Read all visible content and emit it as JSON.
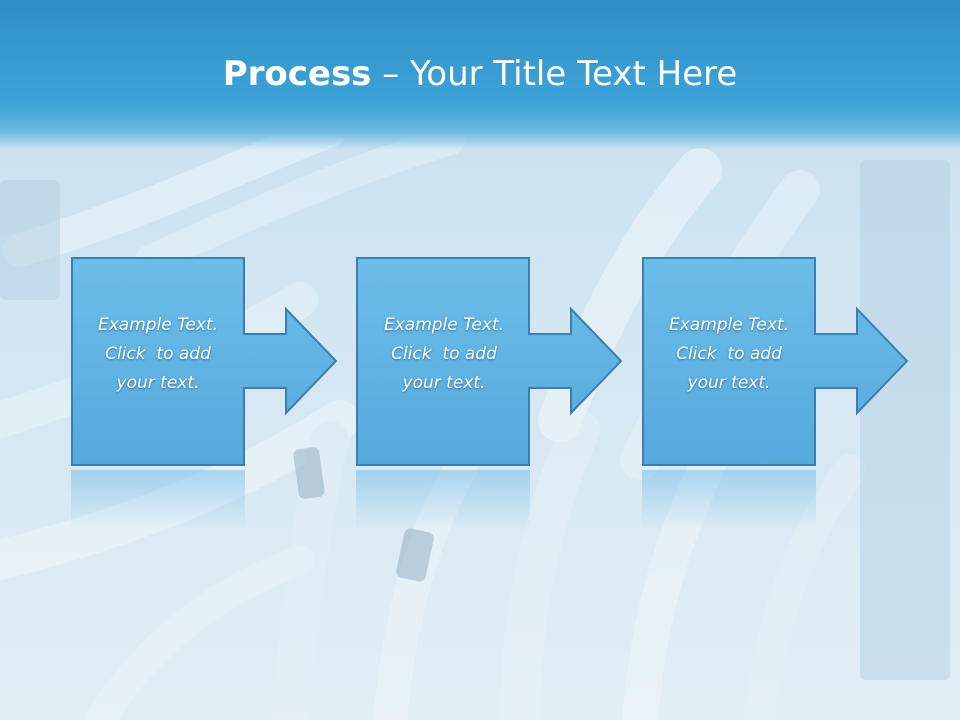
{
  "title": {
    "bold": "Process",
    "rest": " – Your Title Text Here"
  },
  "steps": [
    {
      "line1": "Example Text.",
      "line2": "Click  to add",
      "line3": "your text."
    },
    {
      "line1": "Example Text.",
      "line2": "Click  to add",
      "line3": "your text."
    },
    {
      "line1": "Example Text.",
      "line2": "Click  to add",
      "line3": "your text."
    }
  ],
  "colors": {
    "title_bar": "#3da3d8",
    "box_fill": "#5fb3e4",
    "box_stroke": "#3a7fae",
    "text": "#ffffff"
  }
}
